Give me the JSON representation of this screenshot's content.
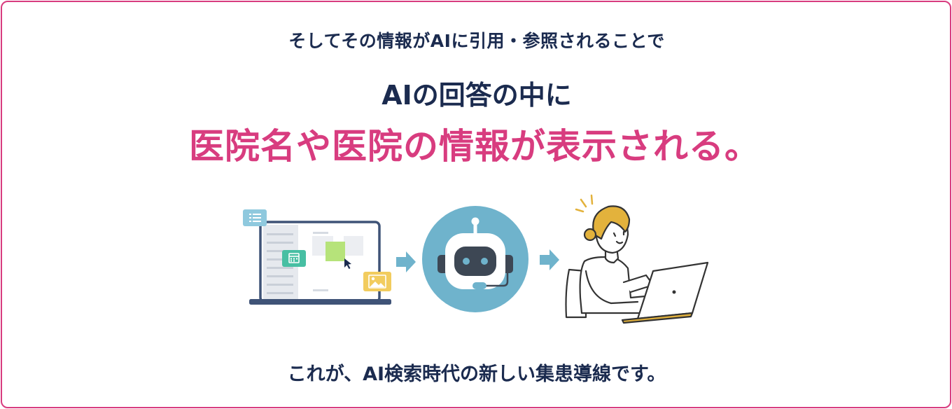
{
  "text": {
    "intro": "そしてその情報がAIに引用・参照されることで",
    "headline": "AIの回答の中に",
    "highlight": "医院名や医院の情報が表示される。",
    "conclusion": "これが、AI検索時代の新しい集患導線です。"
  },
  "colors": {
    "border": "#d83c7f",
    "navy": "#1b2b4f",
    "pink": "#d83c7f",
    "arrow": "#6fb3cc",
    "robot_circle": "#6fb3cc",
    "hair": "#e3b23c"
  },
  "icons": [
    "list-icon",
    "calendar-icon",
    "image-icon",
    "cursor-icon",
    "robot-icon",
    "arrow-right-icon"
  ]
}
